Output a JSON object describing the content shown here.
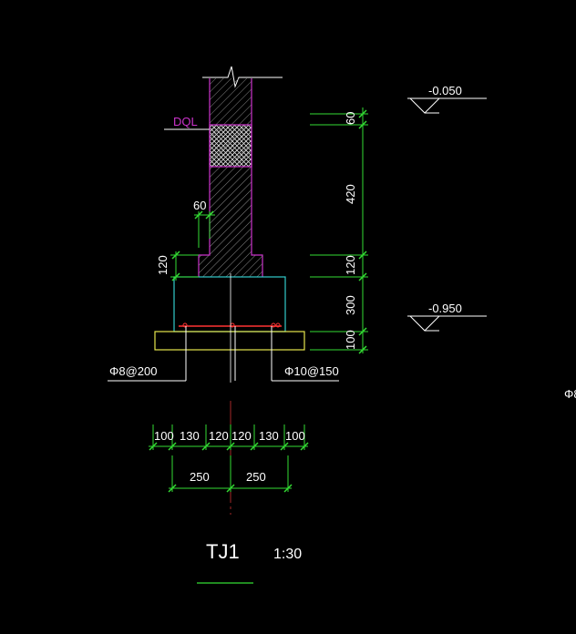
{
  "drawing": {
    "title": "TJ1",
    "scale": "1:30",
    "beam_label": "DQL",
    "elevation_top": "-0.050",
    "elevation_bottom": "-0.950",
    "rebar_left": "Φ8@200",
    "rebar_right": "Φ10@150",
    "edge_fragment": "Φ8",
    "vertical_dims": [
      "60",
      "420",
      "120",
      "300",
      "100"
    ],
    "left_dims": {
      "step": "120",
      "offset": "60"
    },
    "horizontal_dims_row1": [
      "100",
      "130",
      "120",
      "120",
      "130",
      "100"
    ],
    "horizontal_dims_row2": [
      "250",
      "250"
    ]
  },
  "colors": {
    "background": "#000000",
    "wall": "#cc33cc",
    "dimension": "#33dd33",
    "footing": "#33cccc",
    "cushion": "#e6e64d",
    "rebar": "#ff3333",
    "text": "#ffffff",
    "axis": "#cc3333",
    "hatch": "#aaaaaa"
  }
}
